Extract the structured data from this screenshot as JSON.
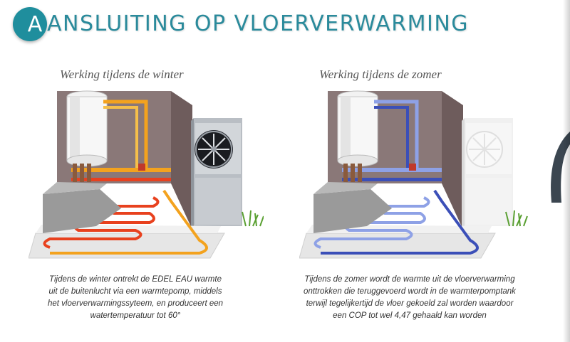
{
  "title": {
    "badge_letter": "A",
    "text": "ANSLUITING OP VLOERVERWARMING"
  },
  "panels": [
    {
      "heading": "Werking tijdens de winter",
      "caption_lines": [
        "Tijdens de winter ontrekt de EDEL EAU warmte",
        "uit de buitenlucht via een warmtepomp, middels",
        "het vloerverwarmingssyteem, en produceert een",
        "watertemperatuur tot 60°"
      ]
    },
    {
      "heading": "Werking tijdens de zomer",
      "caption_lines": [
        "Tijdens de zomer wordt de warmte uit de vloerverwarming",
        "onttrokken die teruggevoerd wordt in de warmterpomptank",
        "terwijl tegelijkertijd de vloer gekoeld zal worden waardoor",
        "een COP tot wel 4,47 gehaald kan worden"
      ]
    }
  ],
  "colors": {
    "title": "#2a8a9b",
    "badge": "#1f8e9d",
    "wall": "#8a7878",
    "winter_hot": "#e8411e",
    "winter_warm": "#f3a21e",
    "summer_cold": "#3b4fb8",
    "summer_light": "#8ea1e6"
  },
  "icons": [
    "boiler-icon",
    "heat-pump-icon",
    "fan-icon",
    "grass-icon",
    "manifold-icon"
  ]
}
